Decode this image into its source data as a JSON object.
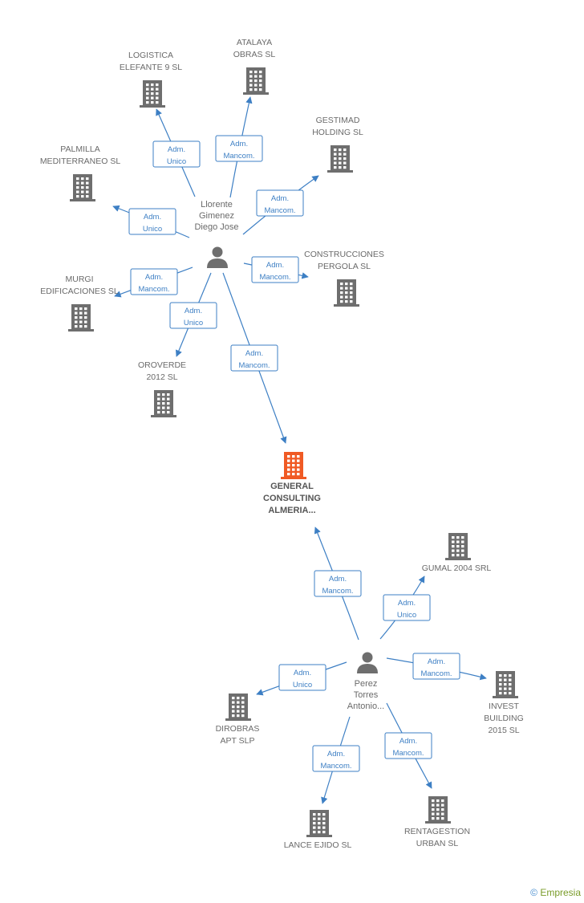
{
  "persons": [
    {
      "id": "p1",
      "lines": [
        "Llorente",
        "Gimenez",
        "Diego Jose"
      ]
    },
    {
      "id": "p2",
      "lines": [
        "Perez",
        "Torres",
        "Antonio..."
      ]
    }
  ],
  "focus_company": {
    "id": "gca",
    "lines": [
      "GENERAL",
      "CONSULTING",
      "ALMERIA..."
    ],
    "color": "#f05a24"
  },
  "companies": [
    {
      "id": "c_logistica",
      "lines": [
        "LOGISTICA",
        "ELEFANTE 9 SL"
      ]
    },
    {
      "id": "c_atalaya",
      "lines": [
        "ATALAYA",
        "OBRAS SL"
      ]
    },
    {
      "id": "c_gestimad",
      "lines": [
        "GESTIMAD",
        "HOLDING SL"
      ]
    },
    {
      "id": "c_palmilla",
      "lines": [
        "PALMILLA",
        "MEDITERRANEO SL"
      ]
    },
    {
      "id": "c_construcciones",
      "lines": [
        "CONSTRUCCIONES",
        "PERGOLA SL"
      ]
    },
    {
      "id": "c_murgi",
      "lines": [
        "MURGI",
        "EDIFICACIONES SL"
      ]
    },
    {
      "id": "c_oroverde",
      "lines": [
        "OROVERDE",
        "2012 SL"
      ]
    },
    {
      "id": "c_gumal",
      "lines": [
        "GUMAL 2004 SRL"
      ]
    },
    {
      "id": "c_invest",
      "lines": [
        "INVEST",
        "BUILDING",
        "2015 SL"
      ]
    },
    {
      "id": "c_dirobras",
      "lines": [
        "DIROBRAS",
        "APT SLP"
      ]
    },
    {
      "id": "c_lance",
      "lines": [
        "LANCE EJIDO SL"
      ]
    },
    {
      "id": "c_rentagestion",
      "lines": [
        "RENTAGESTION",
        "URBAN SL"
      ]
    }
  ],
  "relations": [
    {
      "from": "p1",
      "to": "c_logistica",
      "lines": [
        "Adm.",
        "Unico"
      ]
    },
    {
      "from": "p1",
      "to": "c_atalaya",
      "lines": [
        "Adm.",
        "Mancom."
      ]
    },
    {
      "from": "p1",
      "to": "c_gestimad",
      "lines": [
        "Adm.",
        "Mancom."
      ]
    },
    {
      "from": "p1",
      "to": "c_palmilla",
      "lines": [
        "Adm.",
        "Unico"
      ]
    },
    {
      "from": "p1",
      "to": "c_construcciones",
      "lines": [
        "Adm.",
        "Mancom."
      ]
    },
    {
      "from": "p1",
      "to": "c_murgi",
      "lines": [
        "Adm.",
        "Mancom."
      ]
    },
    {
      "from": "p1",
      "to": "c_oroverde",
      "lines": [
        "Adm.",
        "Unico"
      ]
    },
    {
      "from": "p1",
      "to": "gca",
      "lines": [
        "Adm.",
        "Mancom."
      ]
    },
    {
      "from": "p2",
      "to": "gca",
      "lines": [
        "Adm.",
        "Mancom."
      ]
    },
    {
      "from": "p2",
      "to": "c_gumal",
      "lines": [
        "Adm.",
        "Unico"
      ]
    },
    {
      "from": "p2",
      "to": "c_invest",
      "lines": [
        "Adm.",
        "Mancom."
      ]
    },
    {
      "from": "p2",
      "to": "c_dirobras",
      "lines": [
        "Adm.",
        "Unico"
      ]
    },
    {
      "from": "p2",
      "to": "c_lance",
      "lines": [
        "Adm.",
        "Mancom."
      ]
    },
    {
      "from": "p2",
      "to": "c_rentagestion",
      "lines": [
        "Adm.",
        "Mancom."
      ]
    }
  ],
  "colors": {
    "edge": "#3d7fc4",
    "building": "#6e6e6e",
    "person": "#6e6e6e",
    "label_text": "#6a6a6a"
  },
  "watermark": {
    "symbol": "©",
    "brand": "Empresia"
  }
}
